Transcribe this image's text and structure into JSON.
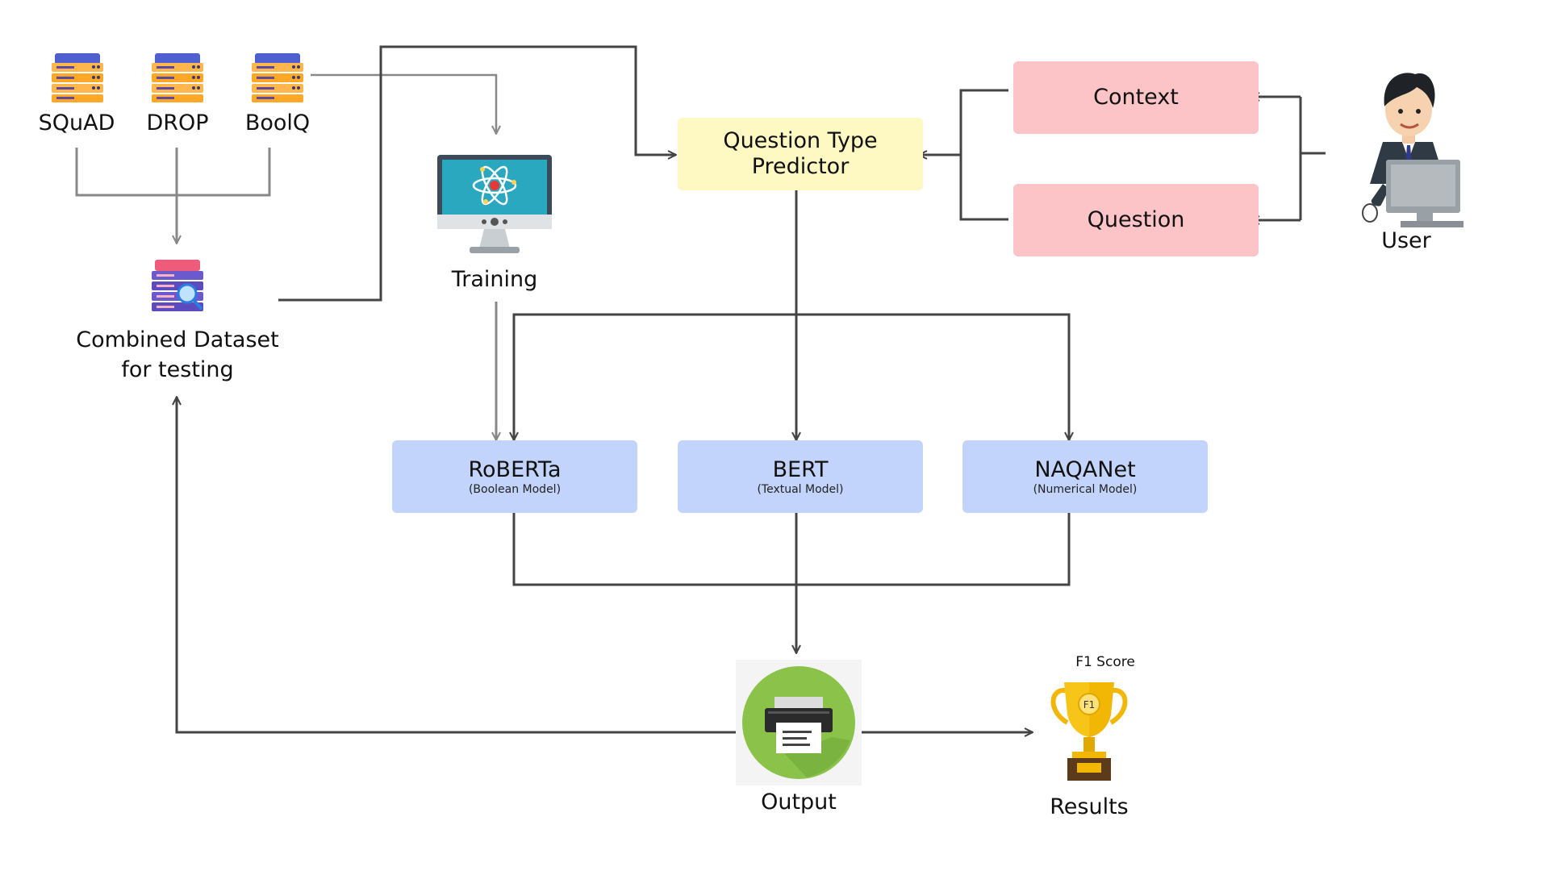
{
  "datasets": [
    {
      "label": "SQuAD"
    },
    {
      "label": "DROP"
    },
    {
      "label": "BoolQ"
    }
  ],
  "combined_dataset": {
    "line1": "Combined Dataset",
    "line2": "for testing"
  },
  "training": {
    "label": "Training"
  },
  "predictor": {
    "line1": "Question Type",
    "line2": "Predictor"
  },
  "inputs": {
    "context": "Context",
    "question": "Question"
  },
  "user": {
    "label": "User"
  },
  "models": [
    {
      "name": "RoBERTa",
      "desc": "(Boolean Model)"
    },
    {
      "name": "BERT",
      "desc": "(Textual Model)"
    },
    {
      "name": "NAQANet",
      "desc": "(Numerical Model)"
    }
  ],
  "output": {
    "label": "Output"
  },
  "results": {
    "label": "Results",
    "metric": "F1 Score",
    "trophy_text": "F1"
  },
  "colors": {
    "predictor_fill": "#fef9c3",
    "input_fill": "#fdc4c7",
    "model_fill": "#c2d4fb",
    "output_circle": "#8bc34a",
    "line_dark": "#444444",
    "line_light": "#888888"
  },
  "icons": {
    "datasets": "server-stack-icon",
    "combined": "database-search-icon",
    "training": "monitor-atom-icon",
    "user": "person-at-computer-icon",
    "output": "printer-icon",
    "results": "trophy-icon"
  }
}
